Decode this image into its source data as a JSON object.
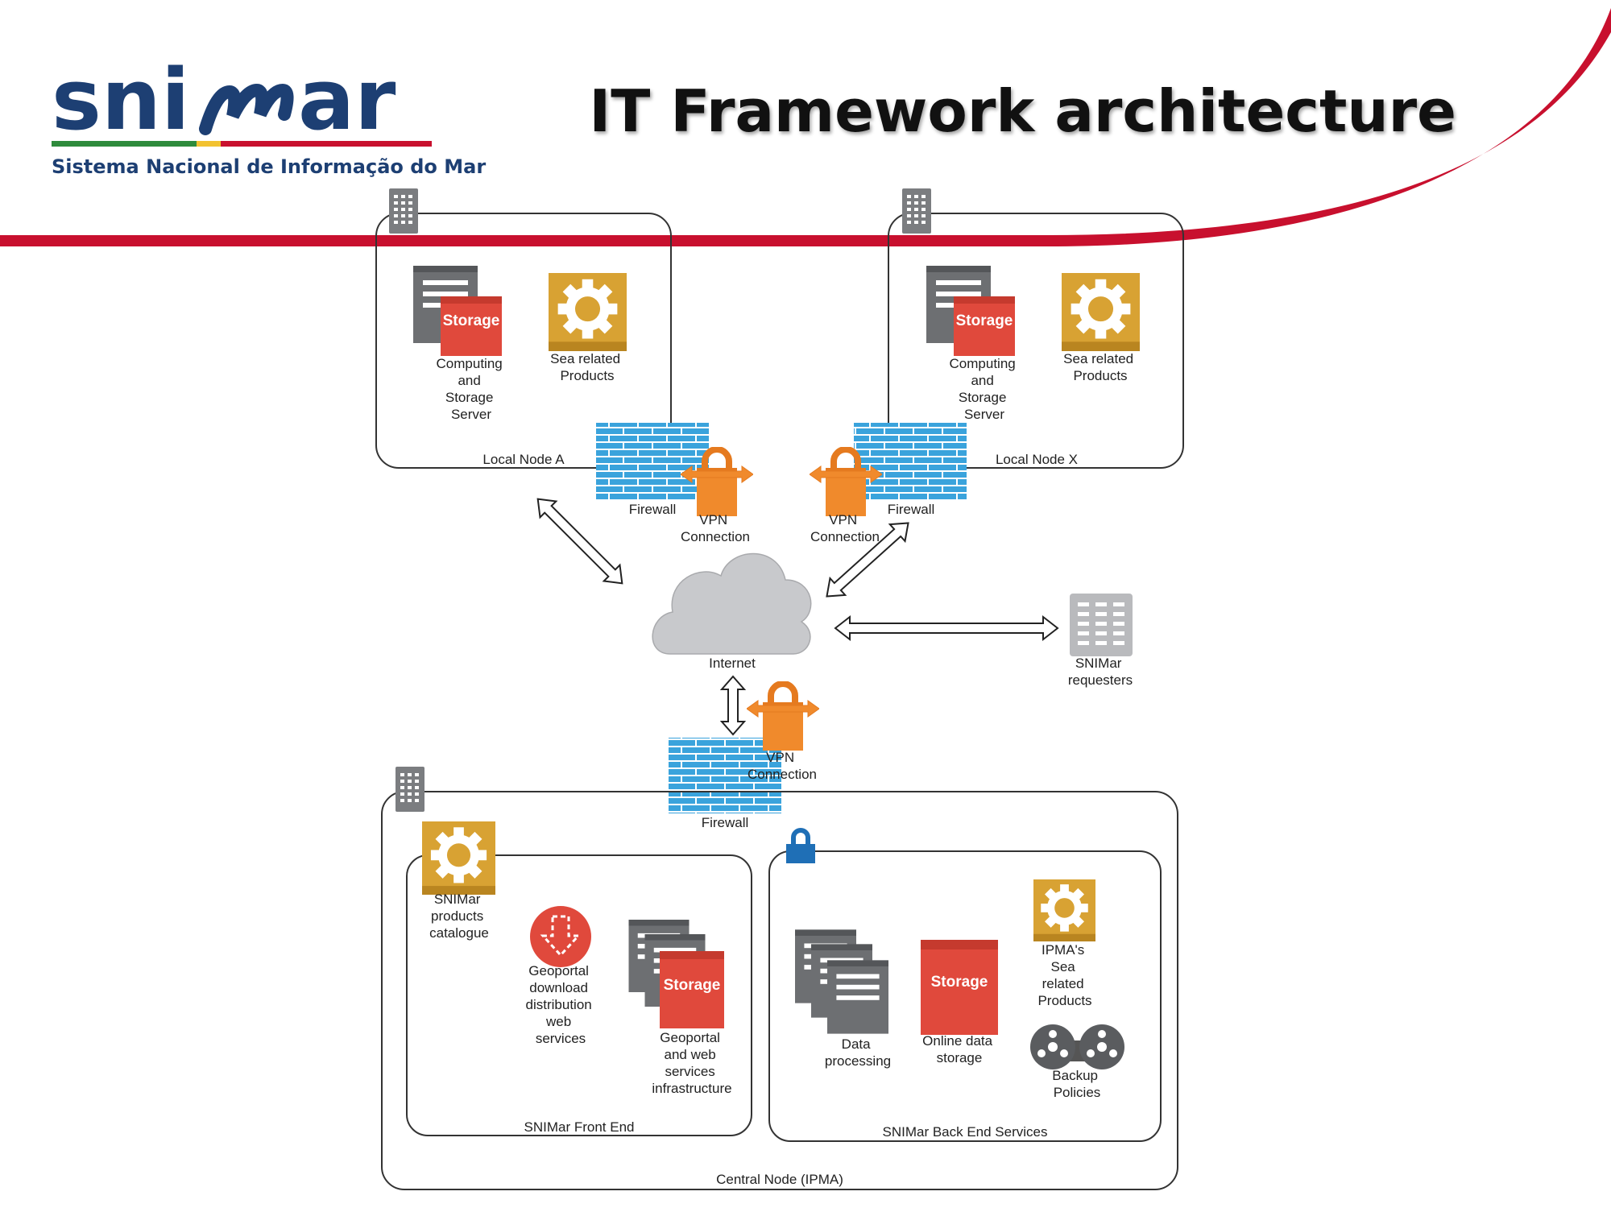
{
  "header": {
    "logo_text_left": "sni",
    "logo_text_right": "ar",
    "tagline": "Sistema Nacional de Informação do Mar",
    "title": "IT Framework architecture"
  },
  "colors": {
    "brand_blue": "#1d3f73",
    "swoosh_red": "#c8102e",
    "storage_red": "#e0493c",
    "gear_gold": "#d8a233",
    "firewall_blue": "#3aa3dc",
    "vpn_orange": "#f08a2c",
    "cloud_gray": "#c8c9cc"
  },
  "storage_label": "Storage",
  "local_node_a": {
    "label": "Local Node A",
    "server_label": [
      "Computing",
      "and",
      "Storage",
      "Server"
    ],
    "products_label": [
      "Sea related",
      "Products"
    ],
    "firewall_label": "Firewall",
    "vpn_label": [
      "VPN",
      "Connection"
    ]
  },
  "local_node_x": {
    "label": "Local Node X",
    "server_label": [
      "Computing",
      "and",
      "Storage",
      "Server"
    ],
    "products_label": [
      "Sea related",
      "Products"
    ],
    "firewall_label": "Firewall",
    "vpn_label": [
      "VPN",
      "Connection"
    ]
  },
  "internet": {
    "label": "Internet"
  },
  "requesters": {
    "label": [
      "SNIMar",
      "requesters"
    ]
  },
  "central_gateway": {
    "vpn_label": [
      "VPN",
      "Connection"
    ],
    "firewall_label": "Firewall"
  },
  "central_node": {
    "label": "Central Node (IPMA)",
    "front_end": {
      "label": "SNIMar Front End",
      "catalogue_label": [
        "SNIMar",
        "products",
        "catalogue"
      ],
      "geoportal_download_label": [
        "Geoportal",
        "download",
        "distribution",
        "web",
        "services"
      ],
      "geoportal_infra_label": [
        "Geoportal",
        "and web",
        "services",
        "infrastructure"
      ]
    },
    "back_end": {
      "label": "SNIMar Back End Services",
      "data_processing_label": [
        "Data",
        "processing"
      ],
      "online_storage_label": [
        "Online data",
        "storage"
      ],
      "ipma_products_label": [
        "IPMA's",
        "Sea",
        "related",
        "Products"
      ],
      "backup_label": [
        "Backup",
        "Policies"
      ]
    }
  }
}
